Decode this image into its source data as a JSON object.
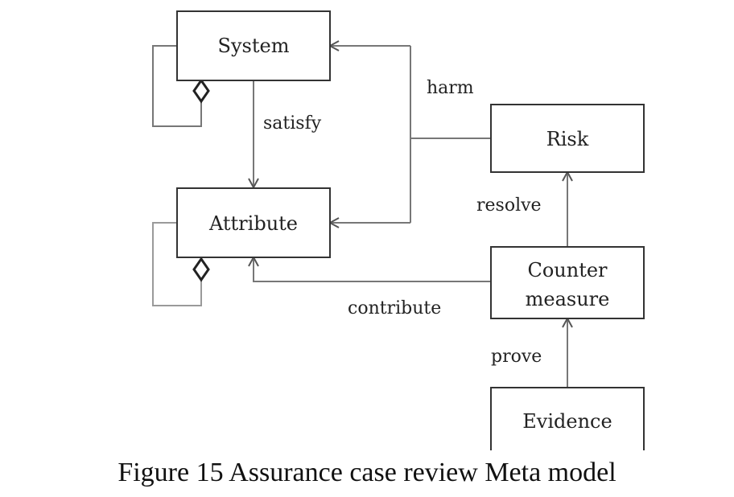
{
  "nodes": {
    "system": "System",
    "attribute": "Attribute",
    "risk": "Risk",
    "countermeasure_line1": "Counter",
    "countermeasure_line2": "measure",
    "evidence": "Evidence"
  },
  "edges": {
    "satisfy": "satisfy",
    "harm": "harm",
    "resolve": "resolve",
    "contribute": "contribute",
    "prove": "prove"
  },
  "caption": "Figure 15 Assurance case review Meta model"
}
